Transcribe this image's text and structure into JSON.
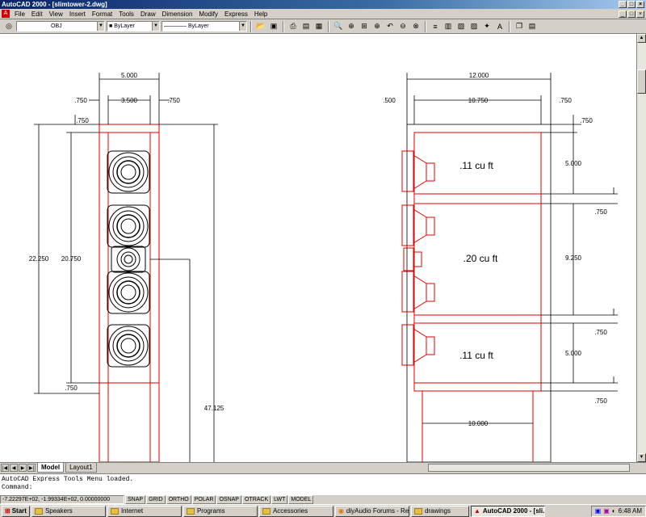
{
  "window": {
    "title": "AutoCAD 2000 - [slimtower-2.dwg]"
  },
  "menu": [
    "File",
    "Edit",
    "View",
    "Insert",
    "Format",
    "Tools",
    "Draw",
    "Dimension",
    "Modify",
    "Express",
    "Help"
  ],
  "toolbar": {
    "layer": "OBJ",
    "color": "ByLayer",
    "linetype": "ByLayer"
  },
  "drawing": {
    "left_view": {
      "dims": {
        "total_width": "5.000",
        "inner_width": "3.500",
        "left_margin": ".750",
        "right_margin": ".750",
        "top_margin": ".750",
        "height_outer": "22.250",
        "height_inner": "20.750",
        "bottom_margin": ".750",
        "total_height": "47.125"
      }
    },
    "right_view": {
      "dims": {
        "total_depth": "12.000",
        "inner_depth": "10.750",
        "front_margin": ".500",
        "back_margin": ".750",
        "top_margin": ".750",
        "chamber1_h": "5.000",
        "div1": ".750",
        "chamber2_h": "9.250",
        "div2": ".750",
        "chamber3_h": "5.000",
        "div3": ".750",
        "base_width": "10.000"
      },
      "labels": {
        "chamber1": ".11 cu ft",
        "chamber2": ".20 cu ft",
        "chamber3": ".11 cu ft"
      }
    }
  },
  "tabs": [
    "Model",
    "Layout1"
  ],
  "command": {
    "line1": "AutoCAD Express Tools Menu loaded.",
    "line2": "Command:"
  },
  "status": {
    "coords": "-7.22297E+02, -1.99334E+02, 0.00000000",
    "toggles": [
      "SNAP",
      "GRID",
      "ORTHO",
      "POLAR",
      "OSNAP",
      "OTRACK",
      "LWT",
      "MODEL"
    ]
  },
  "taskbar": {
    "start": "Start",
    "items": [
      "Speakers",
      "Internet",
      "Programs",
      "Accessories",
      "diyAudio Forums - Rep...",
      "drawings",
      "AutoCAD 2000 - [sli..."
    ],
    "clock": "6:48 AM"
  },
  "colors": {
    "red": "#e00000",
    "black": "#000000"
  }
}
